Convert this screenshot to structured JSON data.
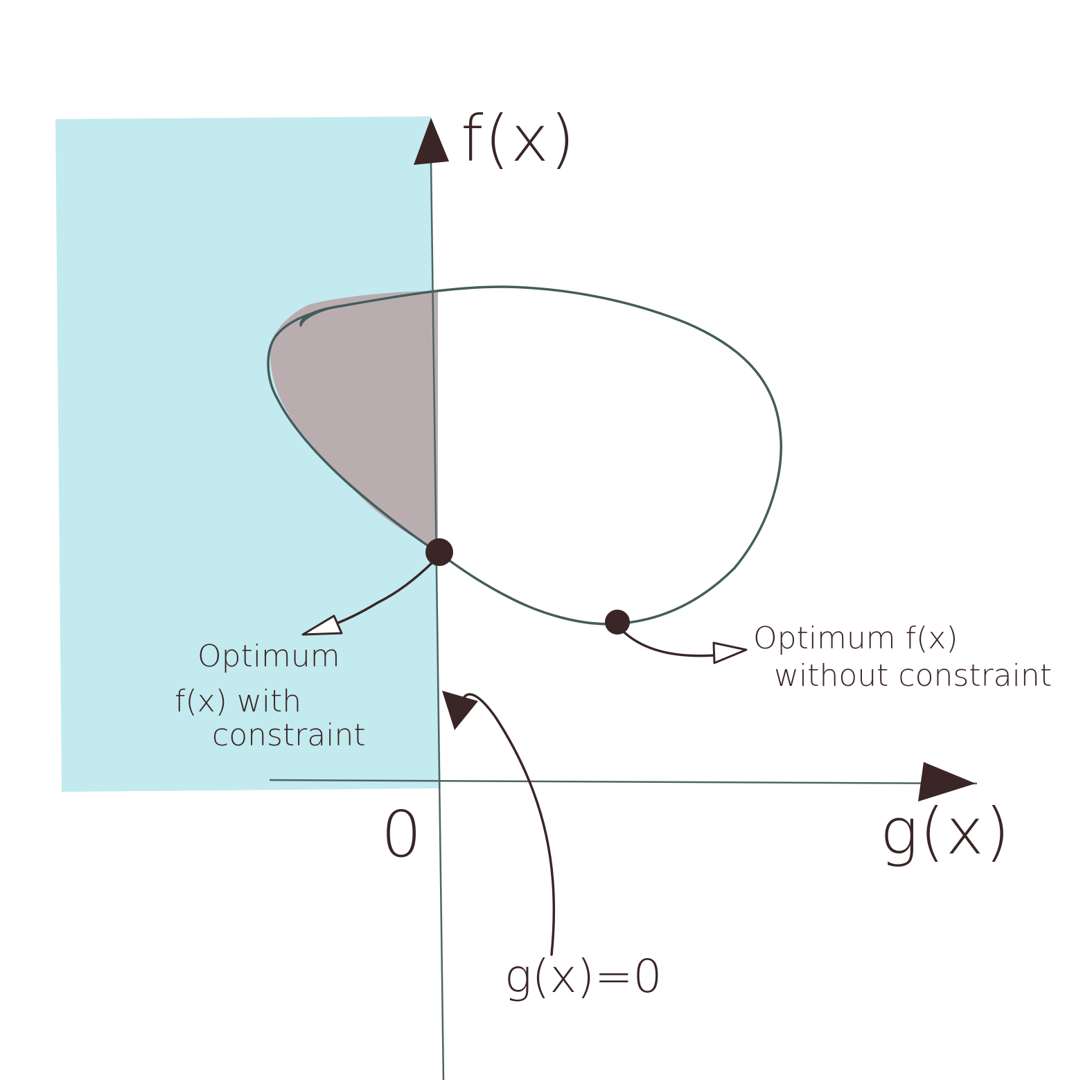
{
  "labels": {
    "y_axis": "f(x)",
    "x_axis": "g(x)",
    "origin": "0",
    "constraint_line": "g(x)=0",
    "optimum_with_constraint": [
      "Optimum",
      "f(x) with",
      "constraint"
    ],
    "optimum_without_constraint": [
      "Optimum f(x)",
      "without constraint"
    ]
  },
  "colors": {
    "feasible_region": "#c3eaef",
    "overlap_region": "#b9adb0",
    "axis": "#4d6464",
    "curve": "#445c5c",
    "ink": "#3a2626"
  }
}
